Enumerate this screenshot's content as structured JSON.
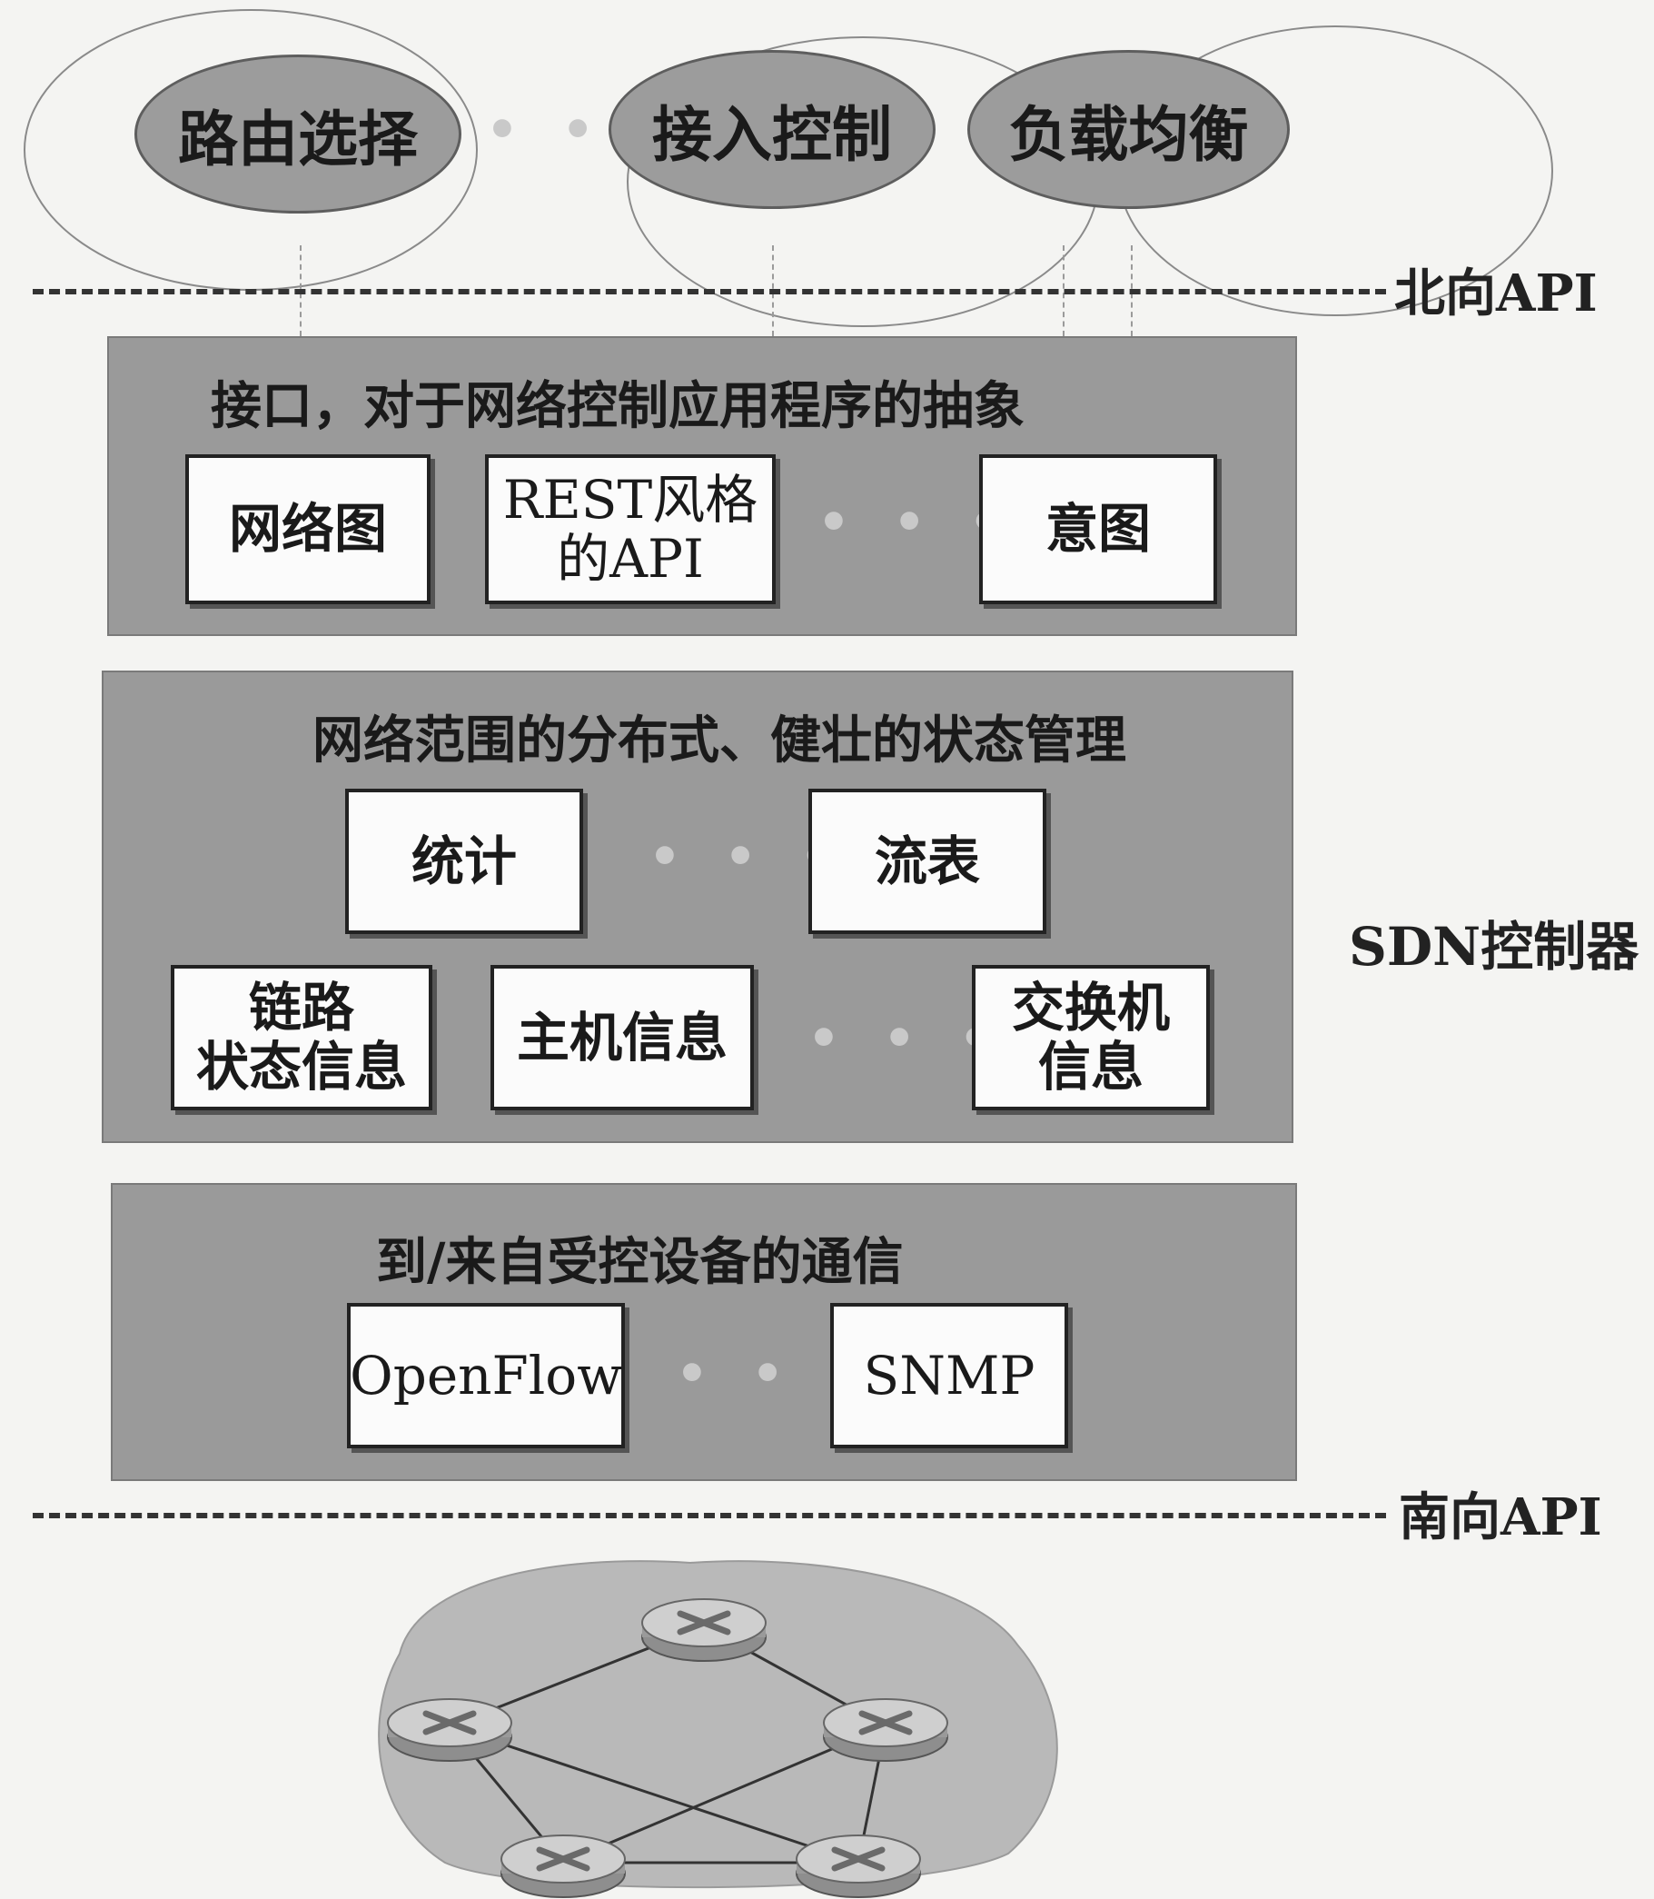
{
  "northbound": {
    "apps": [
      {
        "label": "路由选择"
      },
      {
        "label": "接入控制"
      },
      {
        "label": "负载均衡"
      }
    ],
    "ellipsis": "• • •",
    "api_label": "北向API"
  },
  "controller": {
    "label": "SDN控制器",
    "interface_layer": {
      "title": "接口，对于网络控制应用程序的抽象",
      "boxes": [
        {
          "label": "网络图"
        },
        {
          "label_line1": "REST风格",
          "label_line2": "的API"
        },
        {
          "label": "意图"
        }
      ],
      "ellipsis": "• • •"
    },
    "state_layer": {
      "title": "网络范围的分布式、健壮的状态管理",
      "boxes": [
        {
          "label": "统计"
        },
        {
          "label": "流表"
        },
        {
          "label_line1": "链路",
          "label_line2": "状态信息"
        },
        {
          "label": "主机信息"
        },
        {
          "label_line1": "交换机",
          "label_line2": "信息"
        }
      ],
      "ellipsis": "• • •"
    },
    "comm_layer": {
      "title": "到/来自受控设备的通信",
      "boxes": [
        {
          "label": "OpenFlow"
        },
        {
          "label": "SNMP"
        }
      ],
      "ellipsis": "• • •"
    }
  },
  "southbound": {
    "api_label": "南向API"
  },
  "network": {
    "switch_icon": "router-icon",
    "switch_count": 5
  }
}
